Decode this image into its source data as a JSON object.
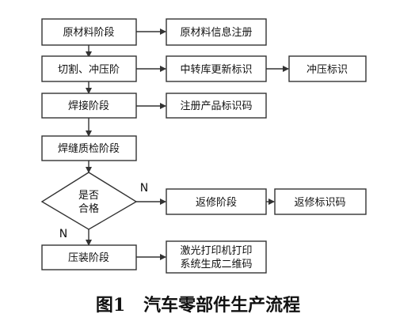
{
  "diagram": {
    "nodes": {
      "raw_material_stage": "原材料阶段",
      "raw_material_register": "原材料信息注册",
      "cut_stamp_stage": "切割、冲压阶",
      "transfer_update": "中转库更新标识",
      "stamp_mark": "冲压标识",
      "weld_stage": "焊接阶段",
      "register_product_code": "注册产品标识码",
      "weld_inspect_stage": "焊缝质检阶段",
      "qualified_line1": "是否",
      "qualified_line2": "合格",
      "repair_stage": "返修阶段",
      "repair_code": "返修标识码",
      "press_stage": "压装阶段",
      "laser_print_line1": "激光打印机打印",
      "laser_print_line2": "系统生成二维码"
    },
    "edge_labels": {
      "no_right": "N",
      "no_down": "N"
    },
    "caption": "图1   汽车零部件生产流程"
  }
}
